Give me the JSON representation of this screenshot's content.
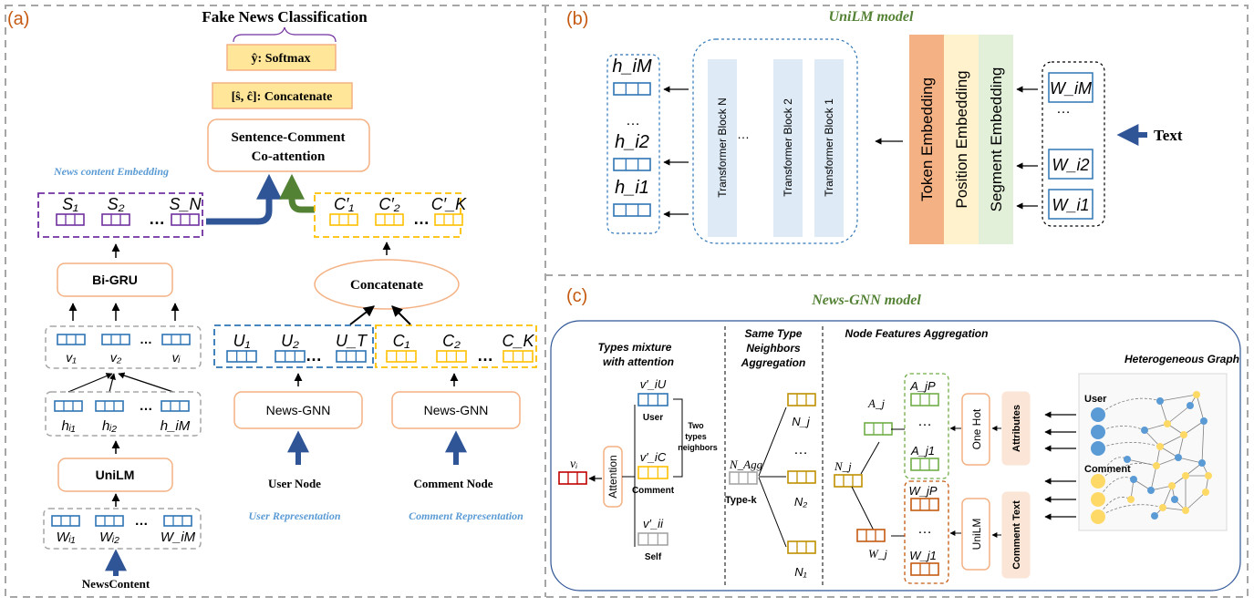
{
  "colors": {
    "panel_label": "#c55a11",
    "blue_text": "#5b9bd5",
    "green_title": "#548235",
    "orange_box": "#f4b183",
    "purple_dash": "#7030a0",
    "yellow_dash": "#ffc000",
    "blue_dash": "#2e75b6",
    "grey_dash": "#7f7f7f",
    "arrow_blue": "#2f5597",
    "arrow_green": "#548235",
    "cell_blue": "#2e75b6",
    "cell_purple": "#7030a0",
    "cell_yellow": "#ffc000",
    "cell_gold": "#bf9000",
    "cell_red": "#c00000",
    "cell_green": "#70ad47",
    "cell_orange": "#c55a11",
    "cell_grey": "#a5a5a5"
  },
  "panel_a": {
    "label": "(a)",
    "title": "Fake News Classification",
    "softmax": "ŷ: Softmax",
    "concat_top": "[ŝ, ĉ]: Concatenate",
    "coattn_line1": "Sentence-Comment",
    "coattn_line2": "Co-attention",
    "news_emb_label": "News content Embedding",
    "s_labels": [
      "S₁",
      "S₂",
      "…",
      "S_N"
    ],
    "c_prime_labels": [
      "C′₁",
      "C′₂",
      "…",
      "C′_K"
    ],
    "concatenate": "Concatenate",
    "bigru": "Bi-GRU",
    "v_labels": [
      "v₁",
      "v₂",
      "…",
      "vᵢ"
    ],
    "h_labels": [
      "hᵢ₁",
      "hᵢ₂",
      "…",
      "h_iM"
    ],
    "unilm": "UniLM",
    "w_labels": [
      "Wᵢ₁",
      "Wᵢ₂",
      "…",
      "W_iM"
    ],
    "news_content": "NewsContent",
    "u_labels": [
      "U₁",
      "U₂",
      "…",
      "U_T"
    ],
    "c_labels": [
      "C₁",
      "C₂",
      "…",
      "C_K"
    ],
    "news_gnn_1": "News-GNN",
    "news_gnn_2": "News-GNN",
    "user_node": "User Node",
    "comment_node": "Comment Node",
    "user_repr": "User Representation",
    "comment_repr": "Comment Representation"
  },
  "panel_b": {
    "label": "(b)",
    "title": "UniLM model",
    "h_labels": [
      "h_iM",
      "…",
      "h_i2",
      "h_i1"
    ],
    "blocks": [
      "Transformer Block N",
      "…",
      "Transformer Block 2",
      "Transformer Block 1"
    ],
    "embeddings": [
      "Token Embedding",
      "Position Embedding",
      "Segment Embedding"
    ],
    "w_labels": [
      "W_iM",
      "…",
      "W_i2",
      "W_i1"
    ],
    "text_label": "Text"
  },
  "panel_c": {
    "label": "(c)",
    "title": "News-GNN model",
    "types_mixture_1": "Types mixture",
    "types_mixture_2": "with attention",
    "same_type_1": "Same Type",
    "same_type_2": "Neighbors",
    "same_type_3": "Aggregation",
    "node_features": "Node Features Aggregation",
    "hetero_graph": "Heterogeneous Graph",
    "attention": "Attention",
    "vi": "vᵢ",
    "v_iU": "v′_iU",
    "user": "User",
    "v_iC": "v′_iC",
    "comment": "Comment",
    "v_ii": "v′_ii",
    "self": "Self",
    "two_types_1": "Two",
    "two_types_2": "types",
    "two_types_3": "neighbors",
    "n_agg": "N_Agg",
    "type_k": "Type-k",
    "n_labels": [
      "N_j",
      "…",
      "N₂",
      "N₁"
    ],
    "nj_mid": "N_j",
    "aj": "A_j",
    "wj": "W_j",
    "a_labels": [
      "A_jP",
      "…",
      "A_j1"
    ],
    "w_labels": [
      "W_jP",
      "…",
      "W_j1"
    ],
    "one_hot": "One Hot",
    "unilm": "UniLM",
    "attributes": "Attributes",
    "comment_text": "Comment Text",
    "graph_user": "User",
    "graph_comment": "Comment"
  }
}
